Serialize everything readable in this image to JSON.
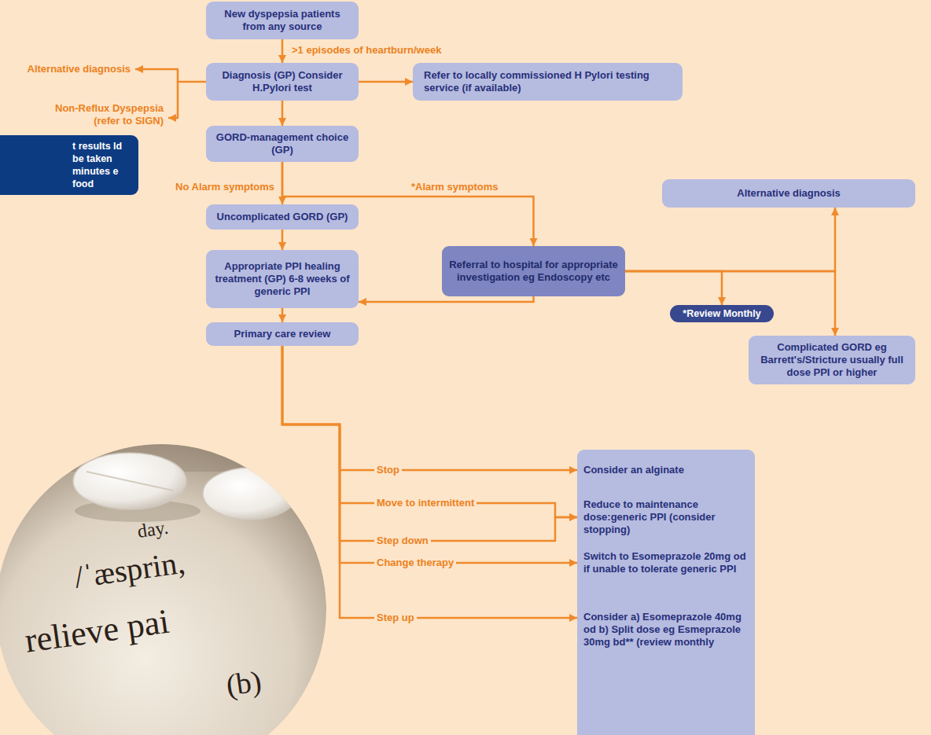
{
  "diagram": {
    "nodes": [
      {
        "text": [
          "New dyspepsia patients from any source"
        ]
      },
      {
        "text": [
          "Diagnosis (GP) Consider H.Pylori test"
        ]
      },
      {
        "text": [
          "Refer to locally commissioned H Pylori testing service (if available)"
        ]
      },
      {
        "text": [
          "t results ld be taken minutes e food"
        ]
      },
      {
        "text": [
          "GORD-management choice (GP)"
        ]
      },
      {
        "text": [
          "Alternative diagnosis"
        ]
      },
      {
        "text": [
          "Uncomplicated GORD (GP)"
        ]
      },
      {
        "text": [
          "Referral to hospital for appropriate investigation eg Endoscopy etc"
        ]
      },
      {
        "text": [
          "Appropriate PPI healing treatment (GP) 6-8 weeks of generic PPI"
        ]
      },
      {
        "text": [
          "*Review Monthly"
        ]
      },
      {
        "text": [
          "Primary care review"
        ]
      },
      {
        "text": [
          "Complicated GORD eg Barrett's/Stricture usually full dose PPI or higher"
        ]
      },
      {
        "text": [
          "Consider an alginate",
          "Reduce to maintenance dose:generic PPI (consider stopping)",
          "Switch to Esomeprazole 20mg od if unable to tolerate generic PPI",
          "Consider a) Esomeprazole 40mg od b) Split dose eg Esmeprazole 30mg bd** (review monthly"
        ]
      }
    ],
    "edges": [
      {
        "from": 0,
        "to": 1,
        "arrow": "to",
        "label": ">1 episodes of heartburn/week"
      },
      {
        "from": 1,
        "to": 2,
        "arrow": "to"
      },
      {
        "from": 1,
        "to": 4,
        "arrow": "to"
      },
      {
        "from": 4,
        "to": 6,
        "arrow": "to",
        "label": "No Alarm symptoms"
      },
      {
        "from": 4,
        "to": 7,
        "arrow": "to",
        "label": "*Alarm symptoms"
      },
      {
        "from": 6,
        "to": 8,
        "arrow": "to"
      },
      {
        "from": 7,
        "to": 8,
        "arrow": "to"
      },
      {
        "from": 8,
        "to": 10,
        "arrow": "to"
      },
      {
        "from": 7,
        "to": 5,
        "arrow": "to"
      },
      {
        "from": 7,
        "to": 9,
        "arrow": "to"
      },
      {
        "from": 7,
        "to": 11,
        "arrow": "to"
      },
      {
        "from": 10,
        "to": 12,
        "arrow": "to",
        "label": "Stop"
      },
      {
        "from": 10,
        "to": 12,
        "arrow": "to",
        "label": "Move to intermittent"
      },
      {
        "from": 10,
        "to": 12,
        "arrow": "to",
        "label": "Step down"
      },
      {
        "from": 10,
        "to": 12,
        "arrow": "to",
        "label": "Change therapy"
      },
      {
        "from": 10,
        "to": 12,
        "arrow": "to",
        "label": "Step up"
      }
    ],
    "labels": [
      "Alternative diagnosis",
      "Non-Reflux Dyspepsia (refer to SIGN)",
      "day.",
      "/ˈæsprin,",
      "relieve pai",
      "(b)"
    ]
  }
}
